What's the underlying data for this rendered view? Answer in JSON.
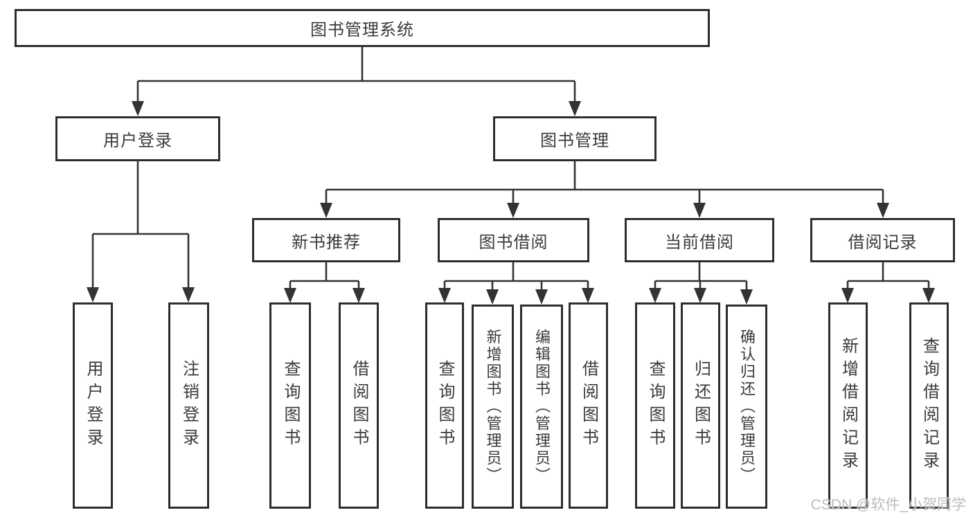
{
  "colors": {
    "line": "#333333",
    "border": "#2d2d2d",
    "fill": "#ffffff",
    "text": "#3a3a3a",
    "bg": "#ffffff",
    "watermark": "#bcbcbc"
  },
  "watermark": {
    "text": "CSDN @软件_小贺同学"
  },
  "chart_data": {
    "type": "tree-diagram",
    "title": "图书管理系统"
  },
  "tree": {
    "label": "图书管理系统",
    "children": [
      {
        "label": "用户登录",
        "children": [
          {
            "label": "用户登录"
          },
          {
            "label": "注销登录"
          }
        ]
      },
      {
        "label": "图书管理",
        "children": [
          {
            "label": "新书推荐",
            "children": [
              {
                "label": "查询图书"
              },
              {
                "label": "借阅图书"
              }
            ]
          },
          {
            "label": "图书借阅",
            "children": [
              {
                "label": "查询图书"
              },
              {
                "label": "新增图书（管理员）"
              },
              {
                "label": "编辑图书（管理员）"
              },
              {
                "label": "借阅图书"
              }
            ]
          },
          {
            "label": "当前借阅",
            "children": [
              {
                "label": "查询图书"
              },
              {
                "label": "归还图书"
              },
              {
                "label": "确认归还（管理员）"
              }
            ]
          },
          {
            "label": "借阅记录",
            "children": [
              {
                "label": "新增借阅记录"
              },
              {
                "label": "查询借阅记录"
              }
            ]
          }
        ]
      }
    ]
  }
}
